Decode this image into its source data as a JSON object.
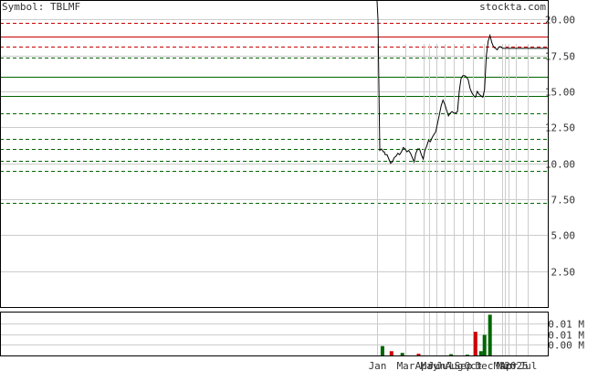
{
  "header": {
    "symbol_label": "Symbol: TBLMF",
    "site": "stockta.com"
  },
  "chart_data": {
    "type": "line",
    "price": {
      "ylim": [
        0,
        21.3
      ],
      "yticks": [
        2.5,
        5.0,
        7.5,
        10.0,
        12.5,
        15.0,
        17.5,
        20.0
      ],
      "ytick_labels": [
        "2.50",
        "5.00",
        "7.50",
        "10.00",
        "12.50",
        "15.00",
        "17.50",
        "20.00"
      ],
      "levels": [
        {
          "value": 19.8,
          "color": "#cc0000",
          "style": "dashed"
        },
        {
          "value": 18.8,
          "color": "#cc0000",
          "style": "solid"
        },
        {
          "value": 18.1,
          "color": "#cc0000",
          "style": "dashed"
        },
        {
          "value": 17.35,
          "color": "#006600",
          "style": "dashed"
        },
        {
          "value": 16.0,
          "color": "#006600",
          "style": "solid"
        },
        {
          "value": 14.7,
          "color": "#006600",
          "style": "solid"
        },
        {
          "value": 13.5,
          "color": "#006600",
          "style": "dashed"
        },
        {
          "value": 11.7,
          "color": "#006600",
          "style": "dashed"
        },
        {
          "value": 11.0,
          "color": "#006600",
          "style": "dashed"
        },
        {
          "value": 10.2,
          "color": "#006600",
          "style": "dashed"
        },
        {
          "value": 9.5,
          "color": "#006600",
          "style": "dashed"
        },
        {
          "value": 7.25,
          "color": "#006600",
          "style": "dashed"
        }
      ],
      "series": [
        {
          "color": "#000000",
          "x": [
            0,
            1,
            3,
            5,
            7,
            8,
            9,
            11,
            13,
            15,
            17,
            19,
            21,
            23,
            25,
            27,
            29,
            31,
            33,
            35,
            37,
            39,
            41,
            43,
            45,
            47,
            49,
            51,
            53,
            55,
            57,
            59,
            61,
            63,
            65,
            67,
            69,
            71,
            73,
            75,
            77,
            79,
            81,
            83,
            85,
            87,
            89,
            91,
            93,
            95,
            97,
            99,
            101,
            103,
            105,
            107,
            109,
            111,
            113,
            115,
            117,
            119,
            121,
            123,
            125,
            127,
            129,
            131,
            133,
            135,
            137,
            139,
            141,
            143,
            145,
            147,
            149,
            151,
            153,
            155,
            157,
            159,
            161,
            163,
            165,
            167,
            169,
            171,
            173,
            175,
            177,
            179,
            181,
            183,
            185,
            187,
            189
          ],
          "y": [
            35,
            20,
            10.9,
            11.0,
            10.8,
            10.8,
            10.6,
            10.6,
            10.3,
            10.0,
            10.1,
            10.4,
            10.5,
            10.7,
            10.6,
            10.8,
            11.1,
            11.0,
            10.8,
            10.9,
            10.7,
            10.4,
            10.1,
            10.7,
            11.0,
            11.0,
            10.6,
            10.3,
            10.9,
            11.2,
            11.6,
            11.5,
            11.8,
            12.0,
            12.2,
            12.8,
            13.4,
            14.0,
            14.4,
            14.1,
            13.7,
            13.3,
            13.5,
            13.6,
            13.5,
            13.5,
            13.6,
            15.0,
            15.9,
            16.1,
            16.1,
            16.0,
            15.8,
            15.2,
            14.9,
            14.7,
            14.6,
            15.0,
            14.8,
            14.7,
            14.6,
            15.1,
            17.5,
            18.5,
            18.9,
            18.4,
            18.1,
            18.0,
            17.9,
            18.1,
            18.1,
            18.0,
            18.0,
            18.0,
            18.0,
            18.0,
            18.0,
            18.0,
            18.0,
            18.0,
            18.0,
            18.0,
            18.0,
            18.0,
            18.0,
            18.0,
            18.0,
            18.0,
            18.0,
            18.0,
            18.0,
            18.0,
            18.0,
            18.0,
            18.0,
            18.0,
            18.0
          ]
        }
      ]
    },
    "volume": {
      "ylim": [
        0,
        1
      ],
      "ytick_labels": [
        "0.01 M",
        "0.01 M",
        "0.00 M"
      ],
      "ytick_values": [
        0.75,
        0.5,
        0.25
      ],
      "bars": [
        {
          "x": 6,
          "value": 0.22,
          "color": "#006600"
        },
        {
          "x": 16,
          "value": 0.1,
          "color": "#cc0000"
        },
        {
          "x": 28,
          "value": 0.06,
          "color": "#006600"
        },
        {
          "x": 46,
          "value": 0.04,
          "color": "#cc0000"
        },
        {
          "x": 82,
          "value": 0.03,
          "color": "#006600"
        },
        {
          "x": 100,
          "value": 0.02,
          "color": "#006600"
        },
        {
          "x": 109,
          "value": 0.55,
          "color": "#cc0000"
        },
        {
          "x": 115,
          "value": 0.1,
          "color": "#006600"
        },
        {
          "x": 119,
          "value": 0.48,
          "color": "#006600"
        },
        {
          "x": 125,
          "value": 0.95,
          "color": "#006600"
        }
      ]
    },
    "x_axis": {
      "xlim": [
        0,
        189
      ],
      "ticks": [
        {
          "x": 0,
          "label": "Jan"
        },
        {
          "x": 31,
          "label": "Mar"
        },
        {
          "x": 52,
          "label": "Apr"
        },
        {
          "x": 58,
          "label": "May"
        },
        {
          "x": 66,
          "label": "Jun"
        },
        {
          "x": 75,
          "label": "Jul"
        },
        {
          "x": 85,
          "label": "Aug"
        },
        {
          "x": 95,
          "label": "Sep"
        },
        {
          "x": 106,
          "label": "Oct"
        },
        {
          "x": 118,
          "label": "Dec"
        },
        {
          "x": 138,
          "label": "Mar"
        },
        {
          "x": 142,
          "label": "Mar"
        },
        {
          "x": 146,
          "label": "Apr"
        },
        {
          "x": 154,
          "label": "2025"
        },
        {
          "x": 167,
          "label": "Jul"
        }
      ]
    },
    "grid": true,
    "title": "",
    "xlabel": "",
    "ylabel": ""
  }
}
